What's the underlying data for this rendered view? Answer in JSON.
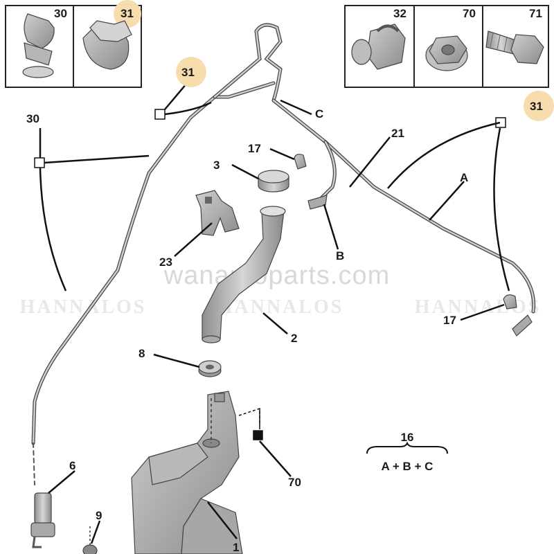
{
  "watermark": {
    "primary": "wanautoparts.com",
    "secondary": "HANNALOS"
  },
  "inset_left": {
    "cells": [
      {
        "label": "30",
        "highlight": false
      },
      {
        "label": "31",
        "highlight": true
      }
    ]
  },
  "inset_right": {
    "cells": [
      {
        "label": "32",
        "highlight": false
      },
      {
        "label": "70",
        "highlight": false
      },
      {
        "label": "71",
        "highlight": false
      }
    ]
  },
  "callouts": {
    "c31_top": "31",
    "c31_right": "31",
    "c30": "30",
    "cC": "C",
    "c21": "21",
    "c17_top": "17",
    "c3": "3",
    "cA": "A",
    "c23": "23",
    "cB": "B",
    "c17_right": "17",
    "c2": "2",
    "c8": "8",
    "c70": "70",
    "c6": "6",
    "c9": "9",
    "c1": "1"
  },
  "kit": {
    "number": "16",
    "formula": "A + B + C"
  },
  "colors": {
    "highlight": "#f7dcae",
    "line": "#111111",
    "part_fill": "#c9c9c9",
    "part_shade": "#9a9a9a"
  }
}
